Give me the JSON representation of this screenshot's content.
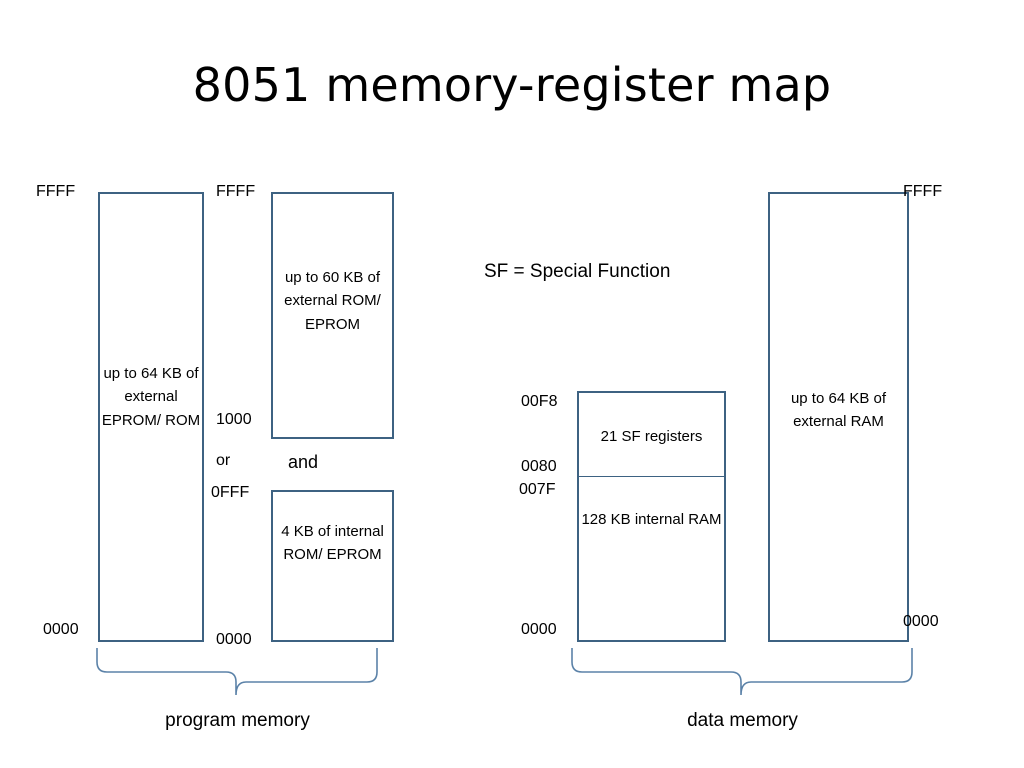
{
  "slide": {
    "title": "8051 memory-register map"
  },
  "colors": {
    "box_border": "#3d6282",
    "text": "#000000",
    "background": "#ffffff"
  },
  "program_memory": {
    "caption": "program memory",
    "conjunction_or": "or",
    "conjunction_and": "and",
    "boxes": [
      {
        "name": "external-eprom-rom",
        "text": "up to 64 KB of external EPROM/ ROM",
        "top_label": "FFFF",
        "bottom_label": "0000"
      },
      {
        "name": "external-rom-eprom-60kb",
        "text": "up to 60 KB of external ROM/ EPROM",
        "top_label": "FFFF",
        "bottom_label": "1000"
      },
      {
        "name": "internal-rom-eprom-4kb",
        "text": "4 KB of internal ROM/ EPROM",
        "top_label": "0FFF",
        "bottom_label": "0000"
      }
    ]
  },
  "data_memory": {
    "caption": "data memory",
    "legend": "SF = Special Function",
    "boxes": [
      {
        "name": "internal-ram-sfr",
        "top_label": "00F8",
        "mid_label_upper": "0080",
        "mid_label_lower": "007F",
        "bottom_label": "0000",
        "upper_text": "21 SF registers",
        "lower_text": "128 KB internal RAM"
      },
      {
        "name": "external-ram-64kb",
        "text": "up to 64 KB of external RAM",
        "top_label": "FFFF",
        "bottom_label": "0000"
      }
    ]
  }
}
